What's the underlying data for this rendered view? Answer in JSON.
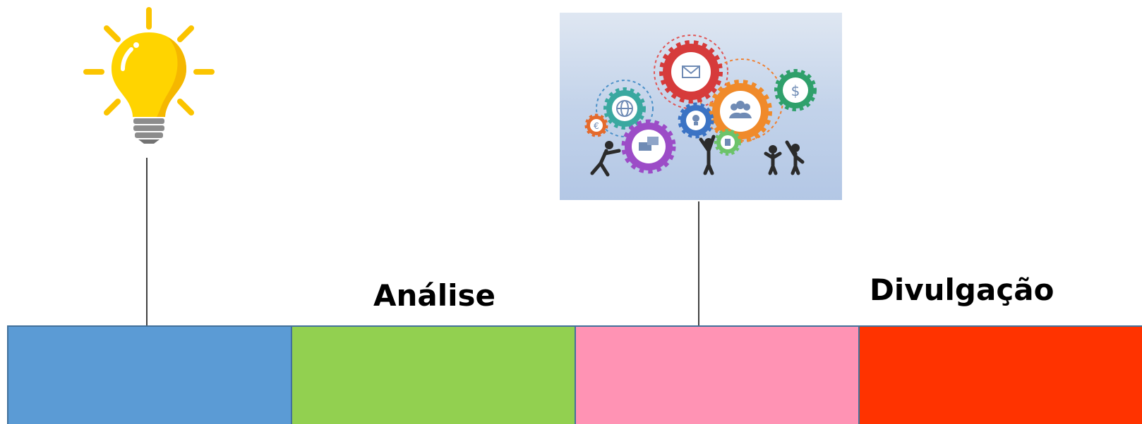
{
  "stages": [
    {
      "label": "",
      "color": "#5b9bd5"
    },
    {
      "label": "Análise",
      "color": "#92d050"
    },
    {
      "label": "",
      "color": "#ff93b4"
    },
    {
      "label": "Divulgação",
      "color": "#ff3300"
    }
  ],
  "icons": {
    "bulb": "lightbulb-icon",
    "gears": "gears-teamwork-illustration"
  },
  "colors": {
    "border": "#42719b",
    "connector": "#404040",
    "bulb": "#ffd400",
    "rays": "#fbc400"
  }
}
